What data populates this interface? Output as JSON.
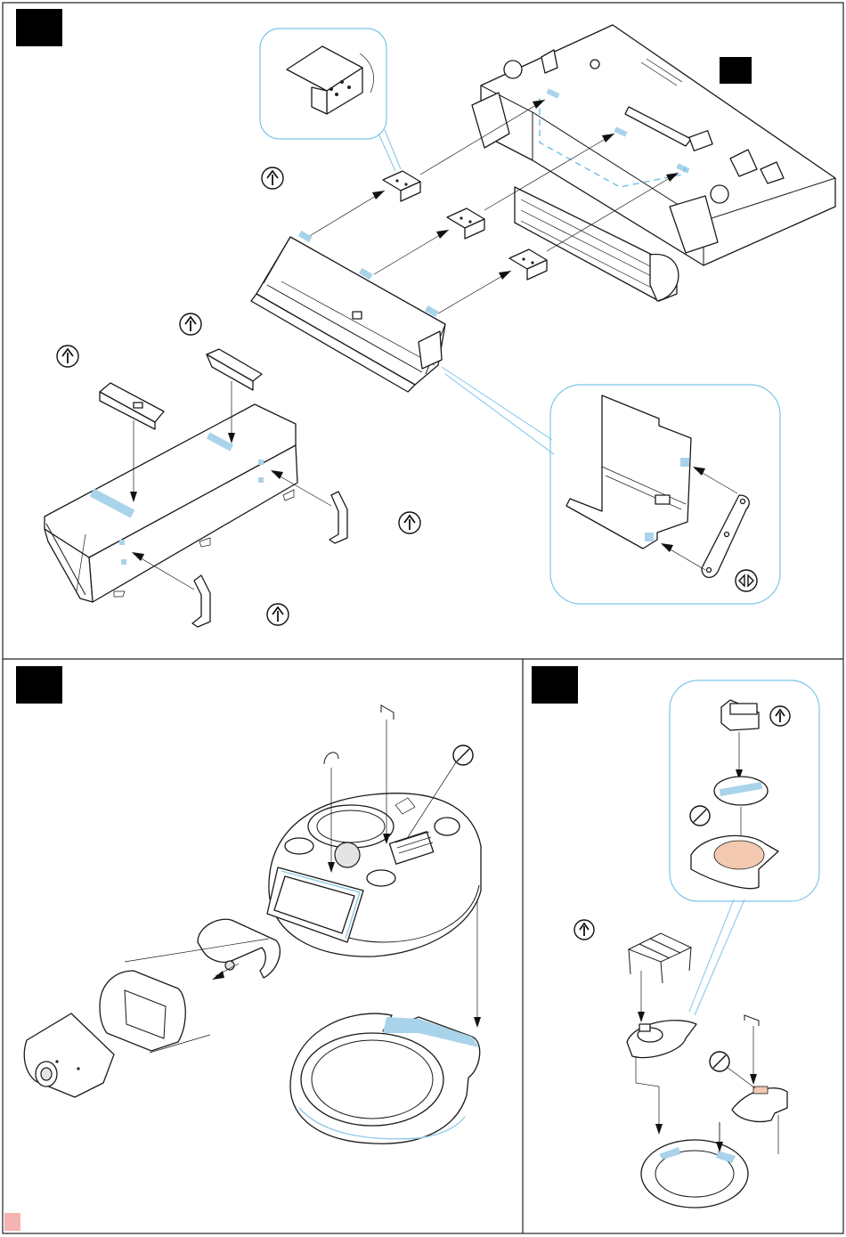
{
  "sheet": {
    "panels": [
      {
        "id": "top",
        "step_label": "",
        "badge_label": ""
      },
      {
        "id": "bottom-left",
        "step_label": ""
      },
      {
        "id": "bottom-right",
        "step_label": ""
      }
    ],
    "colors": {
      "glue_area": "#a9d3ea",
      "callout_line": "#7cc6ea",
      "label_fill": "#000000",
      "paint_area": "#f3c9b1"
    },
    "icons": {
      "fold_up": "fold-up-icon",
      "fold_both": "fold-both-directions-icon",
      "remove_part": "no-part-icon"
    }
  }
}
